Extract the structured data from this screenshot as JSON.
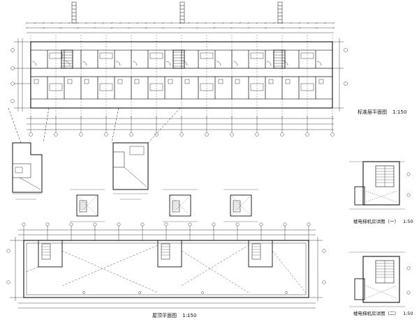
{
  "drawing": {
    "standard_floor_plan": {
      "title": "标准层平面图",
      "scale": "1:150"
    },
    "roof_plan": {
      "title": "屋顶平面图",
      "scale": "1:150"
    },
    "elevator_room_1": {
      "title": "楼电梯机房详图（一）",
      "scale": "1:50"
    },
    "elevator_room_2": {
      "title": "楼电梯机房详图（二）",
      "scale": "1:50"
    },
    "colors": {
      "line": "#111111",
      "paper": "#ffffff",
      "hatch": "#444444"
    }
  }
}
